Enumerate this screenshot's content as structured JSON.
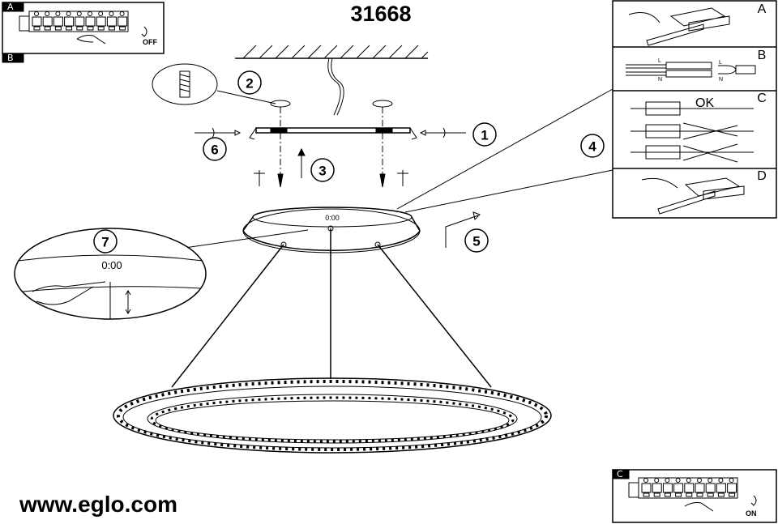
{
  "header": {
    "model_number": "31668"
  },
  "footer": {
    "website": "www.eglo.com"
  },
  "panel_top_left": {
    "label_top": "A",
    "label_bottom": "B",
    "switch_state": "OFF"
  },
  "panel_bottom_right": {
    "label": "C",
    "switch_state": "ON"
  },
  "right_panel": {
    "sections": [
      {
        "label": "A"
      },
      {
        "label": "B",
        "wire_labels": [
          "L",
          "N",
          "L",
          "N"
        ]
      },
      {
        "label": "C",
        "ok_text": "OK"
      },
      {
        "label": "D"
      }
    ]
  },
  "steps": [
    "1",
    "2",
    "3",
    "4",
    "5",
    "6",
    "7"
  ],
  "canopy": {
    "display_text": "0:00"
  },
  "detail_7": {
    "display_text": "0:00"
  },
  "colors": {
    "ink": "#000000",
    "background": "#ffffff"
  }
}
